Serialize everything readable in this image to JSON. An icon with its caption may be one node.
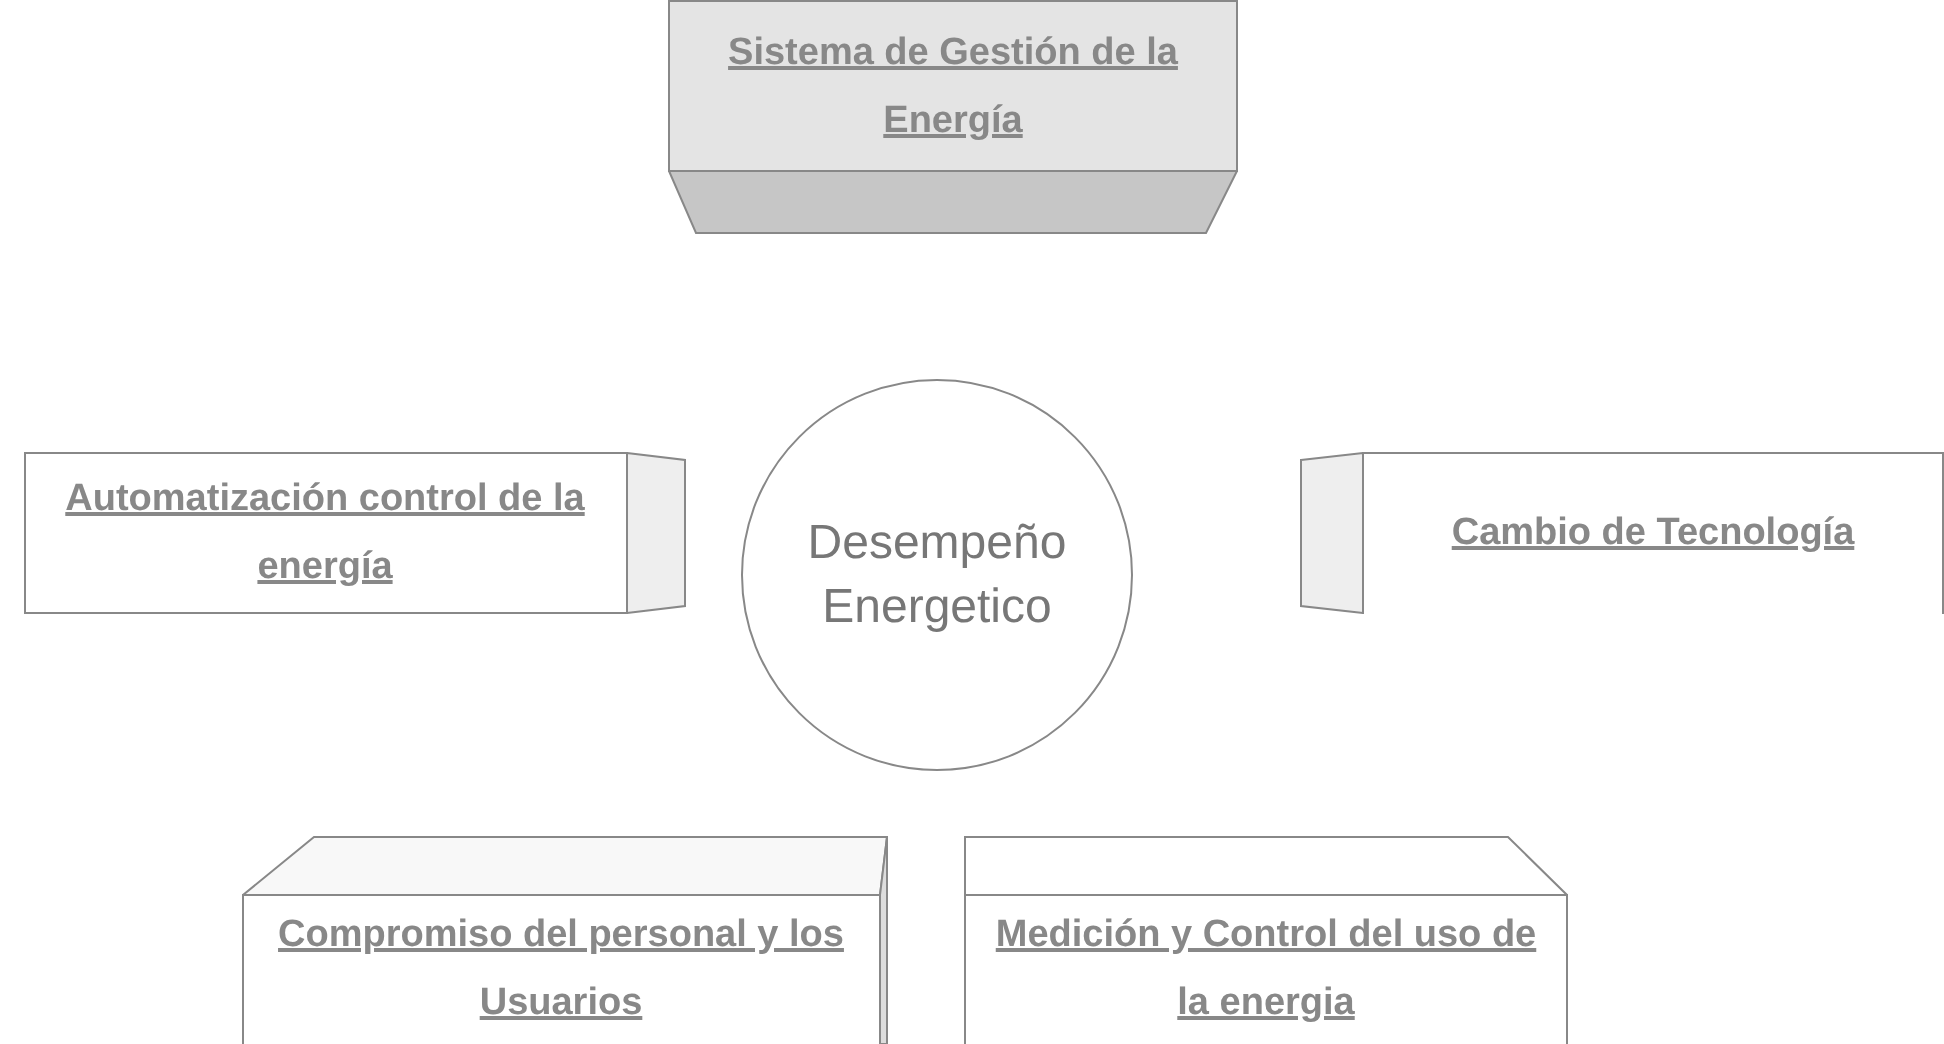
{
  "diagram": {
    "nodes": [
      {
        "text": [
          "Sistema de Gestión de la Energía"
        ]
      },
      {
        "text": [
          "Automatización control de la energía"
        ]
      },
      {
        "text": [
          "Desempeño Energetico"
        ]
      },
      {
        "text": [
          "Cambio de Tecnología"
        ]
      },
      {
        "text": [
          "Compromiso del personal y los Usuarios"
        ]
      },
      {
        "text": [
          "Medición y Control del uso de la energia"
        ]
      }
    ]
  }
}
